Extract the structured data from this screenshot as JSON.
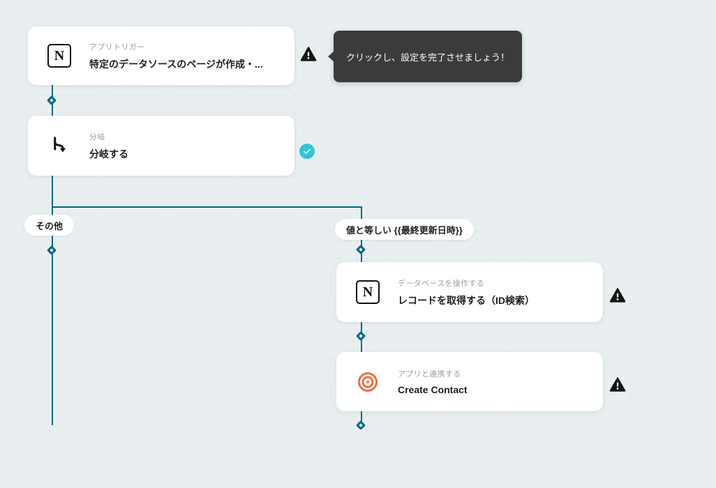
{
  "tooltip": {
    "text": "クリックし、設定を完了させましょう！"
  },
  "cards": {
    "trigger": {
      "label": "アプリトリガー",
      "title": "特定のデータソースのページが作成・..."
    },
    "branch": {
      "label": "分岐",
      "title": "分岐する"
    },
    "db": {
      "label": "データベースを操作する",
      "title": "レコードを取得する（ID検索）"
    },
    "contact": {
      "label": "アプリと連携する",
      "title": "Create Contact"
    }
  },
  "branch_labels": {
    "left": "その他",
    "right": "値と等しい {{最終更新日時}}"
  },
  "icons": {
    "notion": "N"
  },
  "colors": {
    "line": "#00697f",
    "check": "#2bc8d8",
    "warning": "#141414",
    "tooltip_bg": "#3b3b3b",
    "canvas_bg": "#e9eff1",
    "app_orange": "#ee6e3f"
  }
}
